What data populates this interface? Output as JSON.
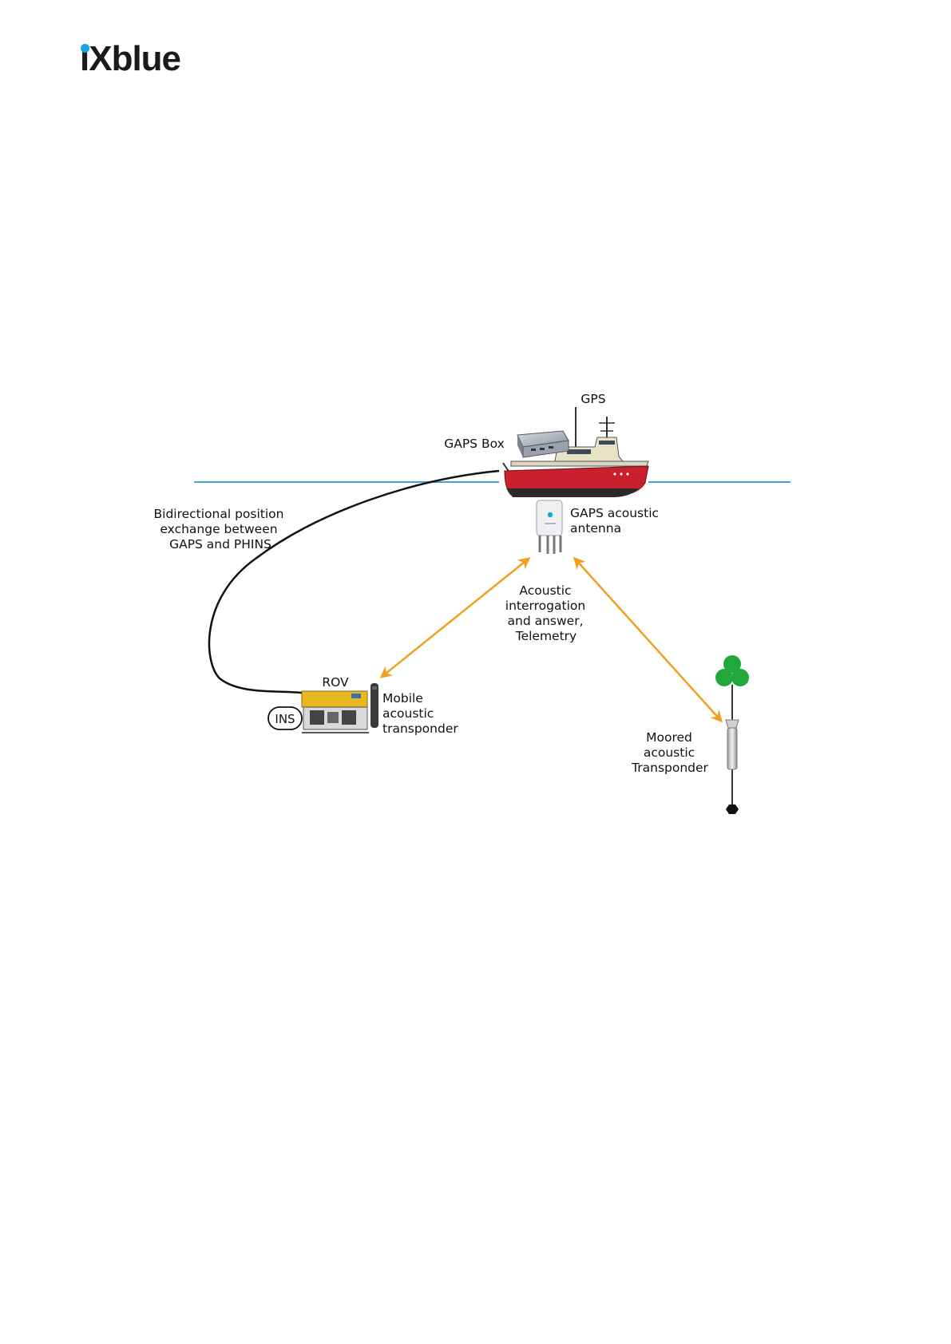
{
  "brand": {
    "logo_text": "iXblue",
    "logo_dot_color": "#1aa3e0"
  },
  "diagram": {
    "labels": {
      "gps": "GPS",
      "gaps_box": "GAPS Box",
      "bidirectional": [
        "Bidirectional position",
        "exchange between",
        "GAPS and PHINS"
      ],
      "gaps_antenna": [
        "GAPS acoustic",
        "antenna"
      ],
      "acoustic_interrogation": [
        "Acoustic",
        "interrogation",
        "and answer,",
        "Telemetry"
      ],
      "rov": "ROV",
      "ins": "INS",
      "mobile_transponder": [
        "Mobile",
        "acoustic",
        "transponder"
      ],
      "moored_transponder": [
        "Moored",
        "acoustic",
        "Transponder"
      ]
    },
    "colors": {
      "sea_line": "#3aa7d8",
      "acoustic_arrow": "#f0a020",
      "hull_red": "#c8202c",
      "rov_yellow": "#e8b820",
      "buoy_green": "#22a83a",
      "cable": "#111111"
    },
    "icons": [
      "ship-icon",
      "gaps-box-icon",
      "gaps-antenna-icon",
      "rov-icon",
      "mobile-transponder-icon",
      "moored-transponder-icon",
      "buoy-icon",
      "anchor-icon"
    ]
  }
}
